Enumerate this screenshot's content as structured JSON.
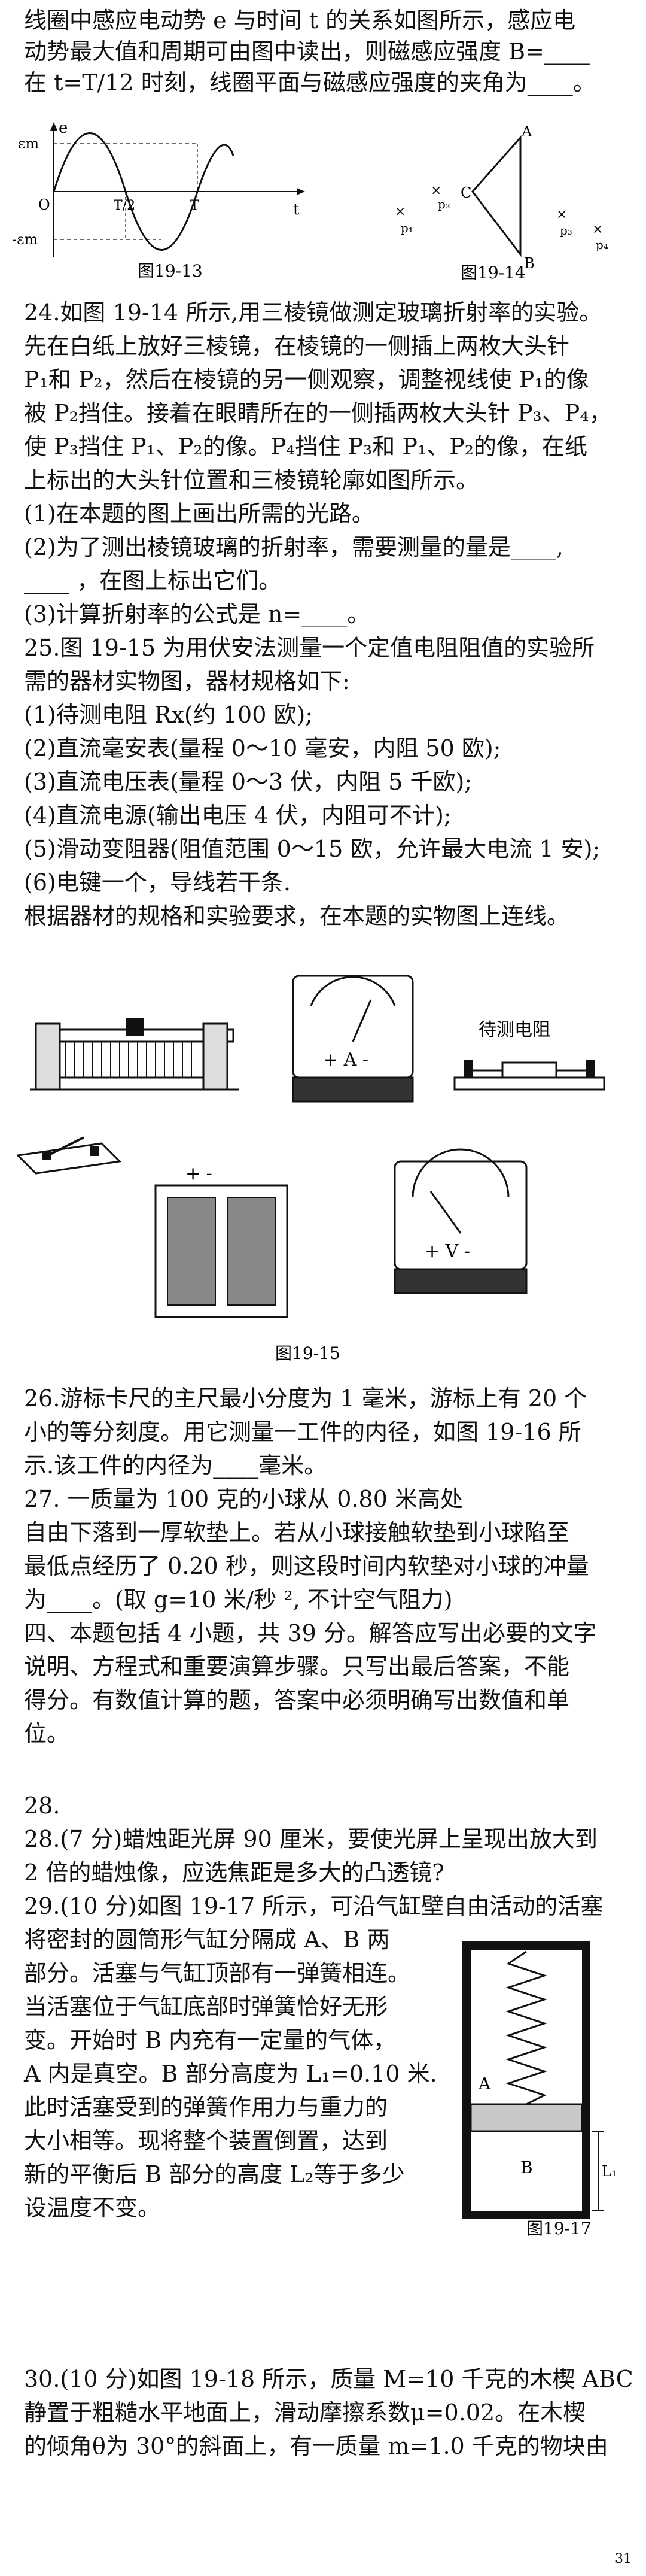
{
  "lines": [
    {
      "id": "l1",
      "text": "线圈中感应电动势 e 与时间 t 的关系如图所示，感应电"
    },
    {
      "id": "l2",
      "text": "动势最大值和周期可由图中读出，则磁感应强度 B=____"
    },
    {
      "id": "l3",
      "text": "在 t=T/12 时刻，线圈平面与磁感应强度的夹角为____。"
    },
    {
      "id": "l4",
      "text": "24.如图 19-14 所示,用三棱镜做测定玻璃折射率的实验。"
    },
    {
      "id": "l5",
      "text": "先在白纸上放好三棱镜，在棱镜的一侧插上两枚大头针"
    },
    {
      "id": "l6",
      "text": "P₁和 P₂，然后在棱镜的另一侧观察，调整视线使 P₁的像"
    },
    {
      "id": "l7",
      "text": "被 P₂挡住。接着在眼睛所在的一侧插两枚大头针 P₃、P₄，"
    },
    {
      "id": "l8",
      "text": "使 P₃挡住 P₁、P₂的像。P₄挡住 P₃和 P₁、P₂的像，在纸"
    },
    {
      "id": "l9",
      "text": "上标出的大头针位置和三棱镜轮廓如图所示。"
    },
    {
      "id": "l10",
      "text": "(1)在本题的图上画出所需的光路。"
    },
    {
      "id": "l11",
      "text": "(2)为了测出棱镜玻璃的折射率，需要测量的量是____,"
    },
    {
      "id": "l12",
      "text": "____ ，在图上标出它们。"
    },
    {
      "id": "l13",
      "text": "(3)计算折射率的公式是 n=____。"
    },
    {
      "id": "l14",
      "text": "25.图 19-15 为用伏安法测量一个定值电阻阻值的实验所"
    },
    {
      "id": "l15",
      "text": "需的器材实物图，器材规格如下:"
    },
    {
      "id": "l16",
      "text": "(1)待测电阻 Rx(约 100 欧);"
    },
    {
      "id": "l17",
      "text": "(2)直流毫安表(量程 0～10 毫安，内阻 50 欧);"
    },
    {
      "id": "l18",
      "text": "(3)直流电压表(量程 0～3 伏，内阻 5 千欧);"
    },
    {
      "id": "l19",
      "text": "(4)直流电源(输出电压 4 伏，内阻可不计);"
    },
    {
      "id": "l20",
      "text": "(5)滑动变阻器(阻值范围 0～15 欧，允许最大电流 1 安);"
    },
    {
      "id": "l21",
      "text": "(6)电键一个，导线若干条."
    },
    {
      "id": "l22",
      "text": "根据器材的规格和实验要求，在本题的实物图上连线。"
    },
    {
      "id": "l23",
      "text": "26.游标卡尺的主尺最小分度为 1 毫米，游标上有 20 个"
    },
    {
      "id": "l24",
      "text": "小的等分刻度。用它测量一工件的内径，如图 19-16 所"
    },
    {
      "id": "l25",
      "text": "示.该工件的内径为____毫米。"
    },
    {
      "id": "l26",
      "text": "27.            一质量为 100 克的小球从 0.80 米高处"
    },
    {
      "id": "l27",
      "text": "自由下落到一厚软垫上。若从小球接触软垫到小球陷至"
    },
    {
      "id": "l28",
      "text": "最低点经历了 0.20 秒，则这段时间内软垫对小球的冲量"
    },
    {
      "id": "l29",
      "text": "为____。(取 g=10 米/秒 ², 不计空气阻力)"
    },
    {
      "id": "l30",
      "text": "四、本题包括 4 小题，共 39 分。解答应写出必要的文字"
    },
    {
      "id": "l31",
      "text": "说明、方程式和重要演算步骤。只写出最后答案，不能"
    },
    {
      "id": "l32",
      "text": "得分。有数值计算的题，答案中必须明确写出数值和单"
    },
    {
      "id": "l33",
      "text": "位。"
    },
    {
      "id": "l34",
      "text": "28."
    },
    {
      "id": "l35",
      "text": "28.(7 分)蜡烛距光屏 90 厘米，要使光屏上呈现出放大到"
    },
    {
      "id": "l36",
      "text": "2 倍的蜡烛像，应选焦距是多大的凸透镜?"
    },
    {
      "id": "l37",
      "text": "29.(10 分)如图 19-17 所示，可沿气缸壁自由活动的活塞"
    },
    {
      "id": "l38",
      "text": "将密封的圆筒形气缸分隔成 A、B 两"
    },
    {
      "id": "l39",
      "text": "部分。活塞与气缸顶部有一弹簧相连。"
    },
    {
      "id": "l40",
      "text": "当活塞位于气缸底部时弹簧恰好无形"
    },
    {
      "id": "l41",
      "text": "变。开始时 B 内充有一定量的气体，"
    },
    {
      "id": "l42",
      "text": "A 内是真空。B 部分高度为 L₁=0.10 米."
    },
    {
      "id": "l43",
      "text": "此时活塞受到的弹簧作用力与重力的"
    },
    {
      "id": "l44",
      "text": "大小相等。现将整个装置倒置，达到"
    },
    {
      "id": "l45",
      "text": "新的平衡后 B 部分的高度 L₂等于多少"
    },
    {
      "id": "l46",
      "text": "设温度不变。"
    },
    {
      "id": "l47",
      "text": "30.(10 分)如图 19-18 所示，质量 M=10 千克的木楔 ABC"
    },
    {
      "id": "l48",
      "text": "静置于粗糙水平地面上，滑动摩擦系数μ=0.02。在木楔"
    },
    {
      "id": "l49",
      "text": "的倾角θ为 30°的斜面上，有一质量 m=1.0 千克的物块由"
    }
  ],
  "fig13": {
    "caption": "图19-13",
    "ylabel": "e",
    "xlabel": "t",
    "em": "εm",
    "neg_em": "-εm",
    "origin": "O",
    "t_half": "T/2",
    "t_full": "T"
  },
  "fig14": {
    "caption": "图19-14",
    "A": "A",
    "B": "B",
    "C": "C",
    "p1": "p₁",
    "p2": "p₂",
    "p3": "p₃",
    "p4": "p₄"
  },
  "fig15": {
    "caption": "图19-15",
    "resistor_label": "待测电阻",
    "ammeter_text": "+ A -",
    "voltmeter_text": "+ V -",
    "battery_text": "+ -"
  },
  "fig17": {
    "caption": "图19-17",
    "A": "A",
    "B": "B",
    "L1": "L₁"
  },
  "page_number": "31"
}
